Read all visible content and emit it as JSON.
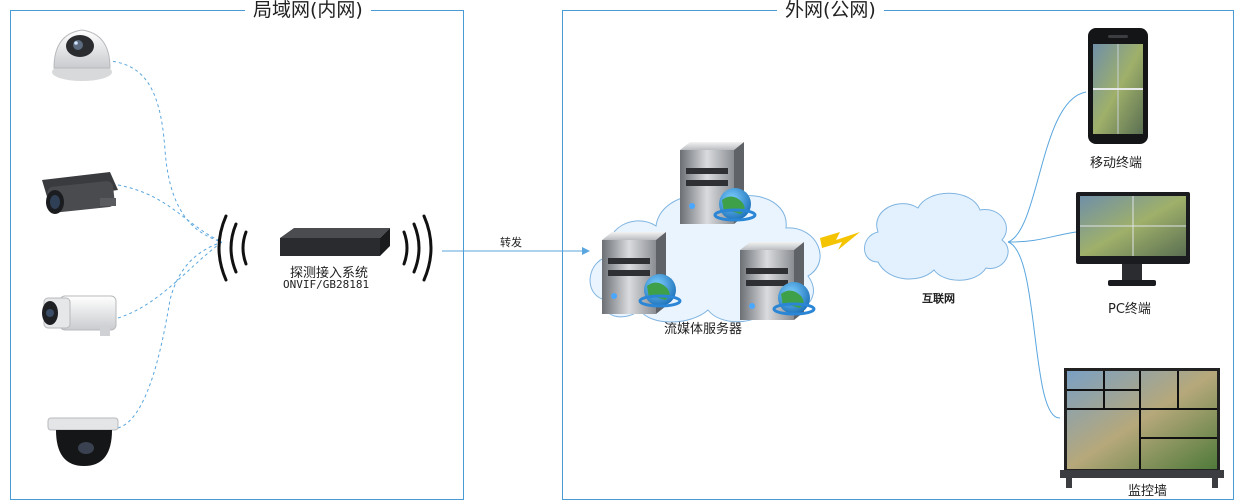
{
  "lan": {
    "title": "局域网(内网)"
  },
  "wan": {
    "title": "外网(公网)"
  },
  "gateway": {
    "name": "探测接入系统",
    "protocol": "ONVIF/GB28181"
  },
  "link": {
    "forward": "转发"
  },
  "servers": {
    "label": "流媒体服务器"
  },
  "internet": {
    "label": "互联网"
  },
  "terminals": {
    "mobile": "移动终端",
    "pc": "PC终端",
    "videowall": "监控墙"
  },
  "icons": {
    "cameras": [
      "dome-camera-icon",
      "bullet-camera-icon",
      "box-camera-icon",
      "ceiling-dome-camera-icon"
    ],
    "gateway": "network-device-icon",
    "servers": "server-icon",
    "cloud": "cloud-icon",
    "lightning": "lightning-icon",
    "mobile": "smartphone-icon",
    "pc": "monitor-icon",
    "videowall": "video-wall-icon"
  },
  "colors": {
    "border": "#4a9ad6",
    "dashed": "#5aa6de",
    "cloud": "#dfefff",
    "lightning": "#f5c400"
  }
}
